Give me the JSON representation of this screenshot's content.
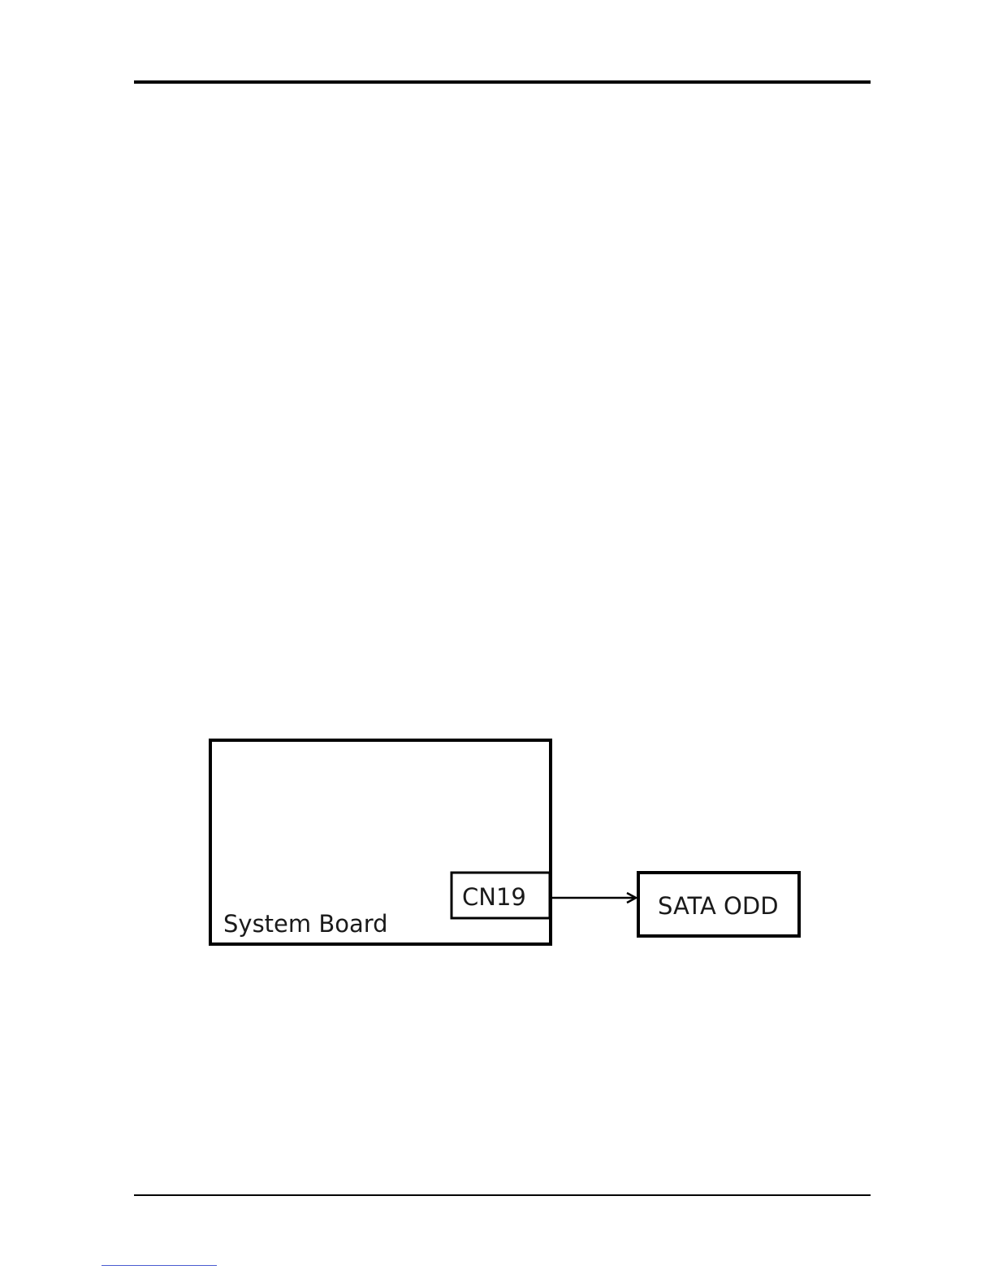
{
  "diagram": {
    "nodes": {
      "system_board": {
        "label": "System Board"
      },
      "cn19": {
        "label": "CN19"
      },
      "sata_odd": {
        "label": "SATA ODD"
      }
    },
    "edges": [
      {
        "from": "CN19",
        "to": "SATA ODD",
        "style": "arrow"
      }
    ]
  },
  "colors": {
    "stroke": "#000000",
    "link_underline": "#4a5bd0"
  }
}
